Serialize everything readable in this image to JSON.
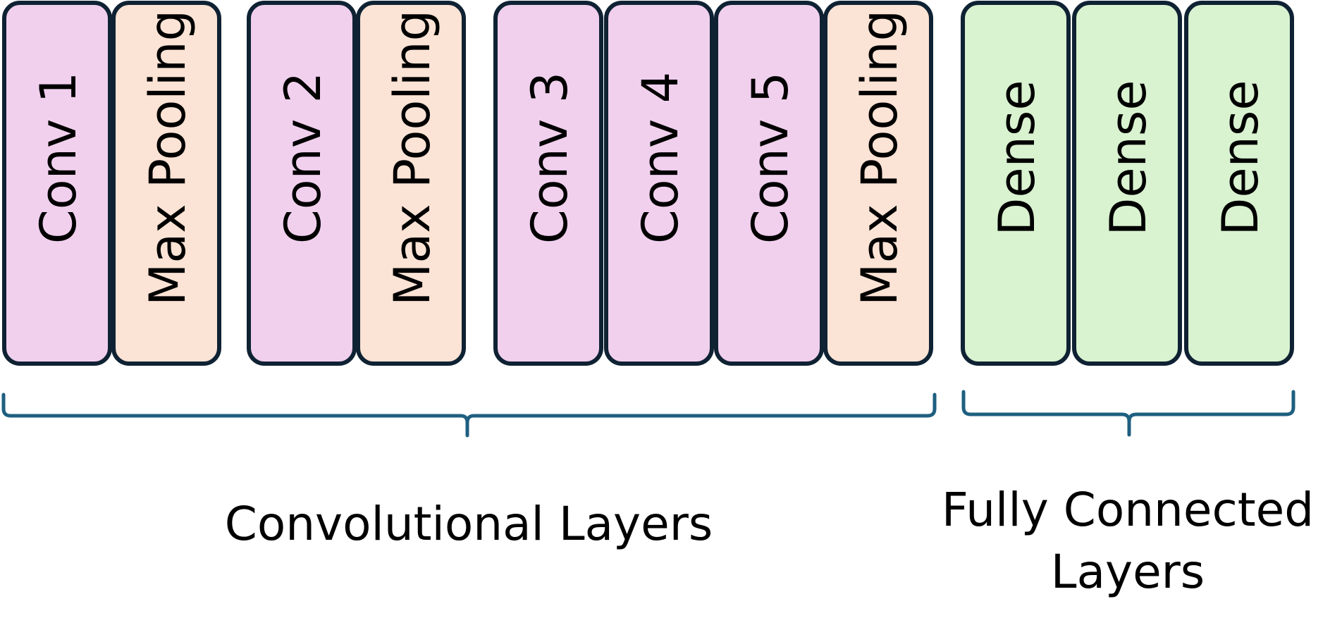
{
  "colors": {
    "conv": "#f1d0ee",
    "pool": "#fbe3d5",
    "dense": "#d9f2d0",
    "outline": "#0f2233",
    "brace": "#1f5f80"
  },
  "layers": [
    {
      "label": "Conv 1",
      "kind": "conv"
    },
    {
      "label": "Max Pooling",
      "kind": "pool"
    },
    {
      "label": "Conv 2",
      "kind": "conv"
    },
    {
      "label": "Max Pooling",
      "kind": "pool"
    },
    {
      "label": "Conv 3",
      "kind": "conv"
    },
    {
      "label": "Conv 4",
      "kind": "conv"
    },
    {
      "label": "Conv 5",
      "kind": "conv"
    },
    {
      "label": "Max Pooling",
      "kind": "pool"
    },
    {
      "label": "Dense",
      "kind": "dense"
    },
    {
      "label": "Dense",
      "kind": "dense"
    },
    {
      "label": "Dense",
      "kind": "dense"
    }
  ],
  "groups": {
    "convolutional": {
      "label": "Convolutional Layers"
    },
    "fully_connected": {
      "label_line1": "Fully Connected",
      "label_line2": "Layers"
    }
  }
}
